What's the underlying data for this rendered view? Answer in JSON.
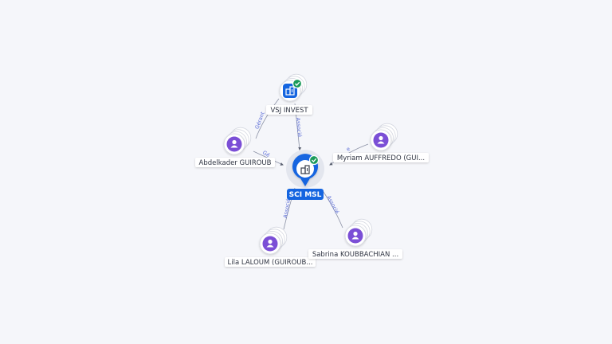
{
  "graph": {
    "center": {
      "id": "sci",
      "label": "SCI MSL",
      "type": "company",
      "icon": "building-icon",
      "verified": true
    },
    "nodes": [
      {
        "id": "vsj",
        "label": "VSJ INVEST",
        "type": "company",
        "icon": "building-icon",
        "verified": true
      },
      {
        "id": "abd",
        "label": "Abdelkader GUIROUB",
        "type": "person",
        "icon": "person-icon",
        "verified": false
      },
      {
        "id": "myr",
        "label": "Myriam AUFFREDO (GUI...",
        "type": "person",
        "icon": "person-icon",
        "verified": false
      },
      {
        "id": "lil",
        "label": "Lila LALOUM (GUIROUB...",
        "type": "person",
        "icon": "person-icon",
        "verified": false
      },
      {
        "id": "sab",
        "label": "Sabrina KOUBBACHIAN ...",
        "type": "person",
        "icon": "person-icon",
        "verified": false
      }
    ],
    "edges": [
      {
        "from": "vsj",
        "to": "sci",
        "label": "Associé"
      },
      {
        "from": "abd",
        "to": "vsj",
        "label": "Gérant"
      },
      {
        "from": "abd",
        "to": "sci",
        "label": "Gé"
      },
      {
        "from": "myr",
        "to": "sci",
        "label": "e"
      },
      {
        "from": "lil",
        "to": "sci",
        "label": "Associé"
      },
      {
        "from": "sab",
        "to": "sci",
        "label": "Associé"
      }
    ]
  },
  "colors": {
    "company": "#1565e0",
    "person": "#7b4fd6",
    "verified": "#1a9a5a",
    "edge": "#8c92a6",
    "edge_label": "#5b6cd6"
  }
}
